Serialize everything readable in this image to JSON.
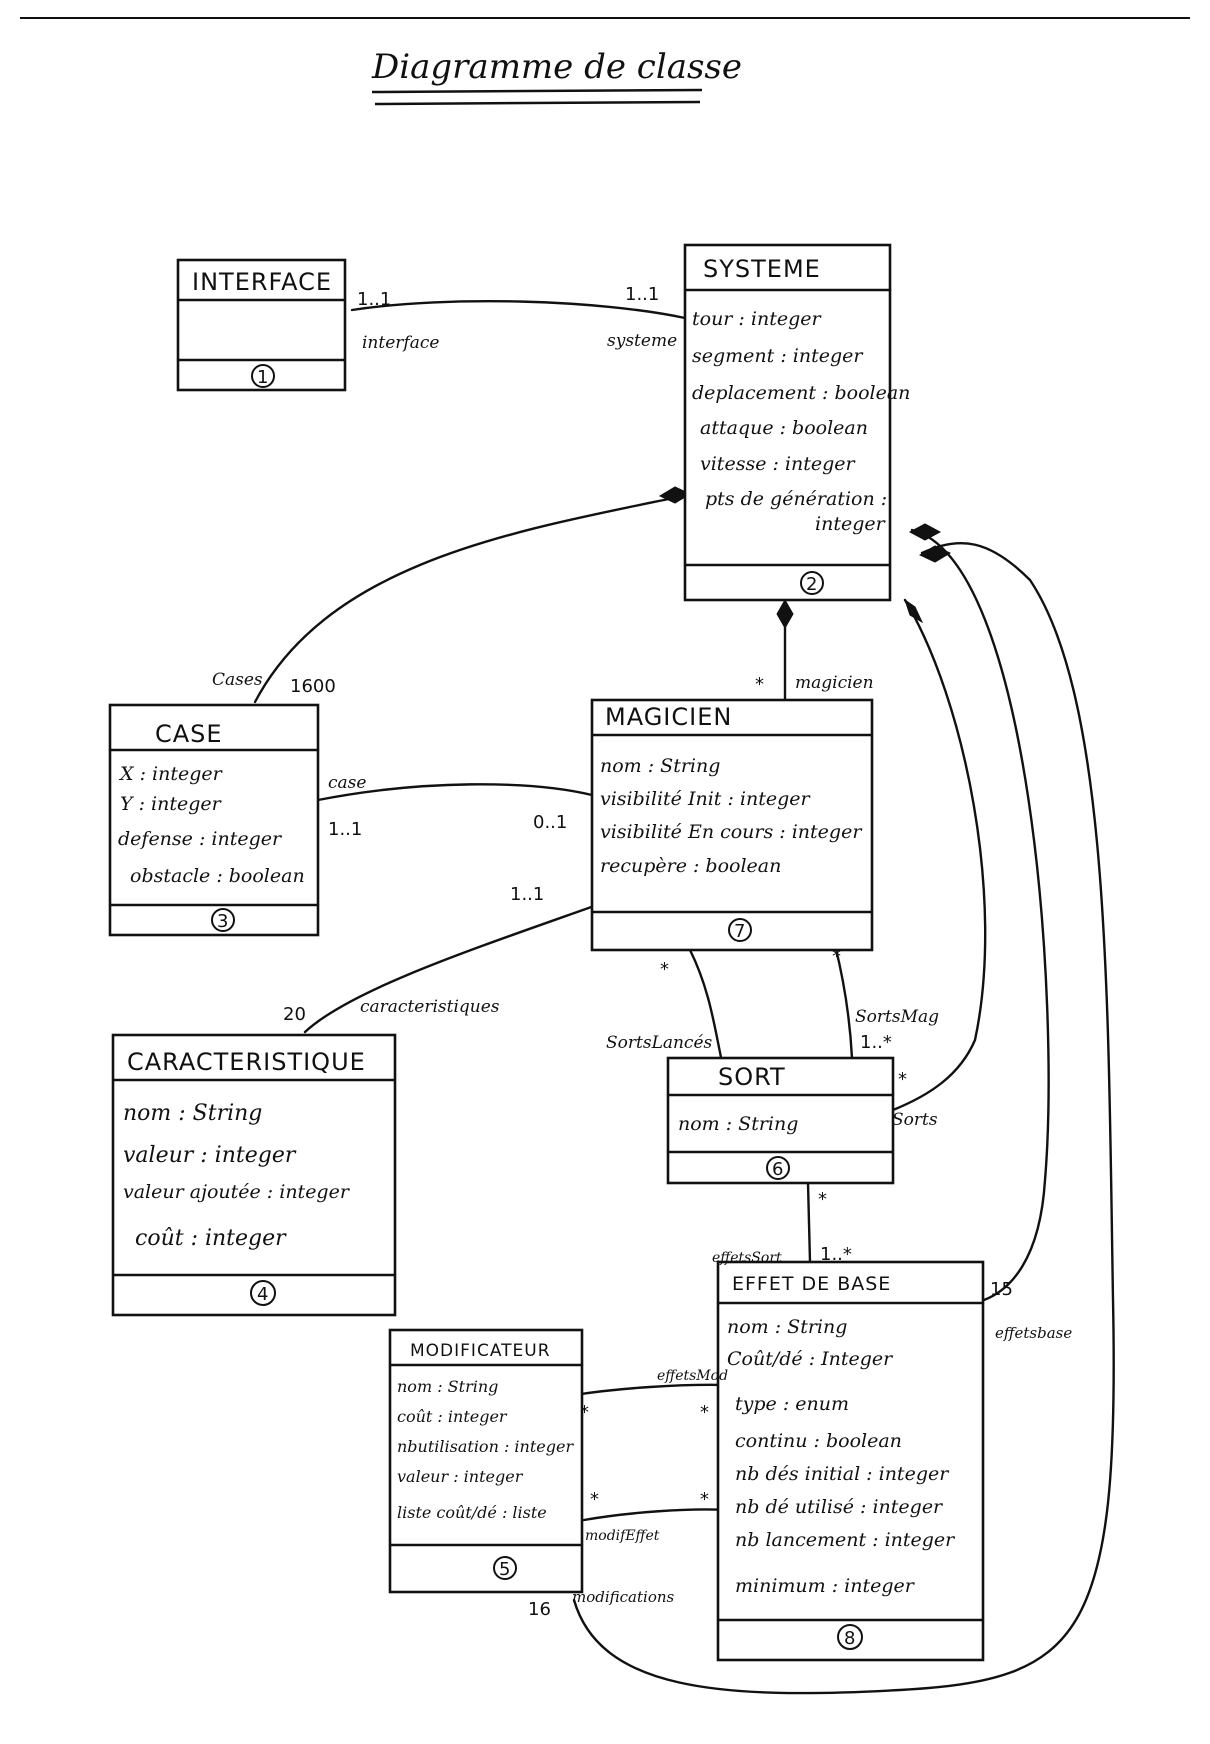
{
  "title": "Diagramme de classe",
  "classes": {
    "interface": {
      "name": "INTERFACE",
      "num": "1",
      "attrs": []
    },
    "systeme": {
      "name": "SYSTEME",
      "num": "2",
      "attrs": [
        "tour : integer",
        "segment : integer",
        "deplacement : boolean",
        "attaque : boolean",
        "vitesse : integer",
        "pts de génération :",
        "integer"
      ]
    },
    "case": {
      "name": "CASE",
      "num": "3",
      "attrs": [
        "X : integer",
        "Y : integer",
        "defense : integer",
        "obstacle : boolean"
      ]
    },
    "caracteristique": {
      "name": "CARACTERISTIQUE",
      "num": "4",
      "attrs": [
        "nom : String",
        "valeur : integer",
        "valeur ajoutée : integer",
        "coût : integer"
      ]
    },
    "modificateur": {
      "name": "MODIFICATEUR",
      "num": "5",
      "attrs": [
        "nom : String",
        "coût : integer",
        "nbutilisation : integer",
        "valeur : integer",
        "liste coût/dé : liste"
      ]
    },
    "sort": {
      "name": "SORT",
      "num": "6",
      "attrs": [
        "nom : String"
      ]
    },
    "magicien": {
      "name": "MAGICIEN",
      "num": "7",
      "attrs": [
        "nom : String",
        "visibilité Init : integer",
        "visibilité En cours : integer",
        "recupère : boolean"
      ]
    },
    "effet": {
      "name": "EFFET DE BASE",
      "num": "8",
      "attrs": [
        "nom : String",
        "Coût/dé : Integer",
        "type : enum",
        "continu : boolean",
        "nb dés initial : integer",
        "nb dé utilisé : integer",
        "nb lancement : integer",
        "minimum : integer"
      ]
    }
  },
  "associations": {
    "interface_systeme": {
      "mult_a": "1..1",
      "role_a": "interface",
      "mult_b": "1..1",
      "role_b": "systeme"
    },
    "systeme_case": {
      "role": "Cases",
      "mult": "1600"
    },
    "systeme_magicien": {
      "mult": "*",
      "role": "magicien"
    },
    "case_magicien": {
      "role_a": "case",
      "mult_a": "1..1",
      "mult_b": "0..1"
    },
    "magicien_caracteristique": {
      "mult_a": "1..1",
      "mult_b": "20",
      "role_b": "caracteristiques"
    },
    "magicien_sort_1": {
      "mult": "*",
      "role": "SortsLancés"
    },
    "magicien_sort_2": {
      "mult": "*",
      "role": "SortsMag",
      "mult_b": "1..*"
    },
    "systeme_sort": {
      "mult": "*",
      "role": "Sorts"
    },
    "sort_effet": {
      "mult_a": "*",
      "role": "effetsSort",
      "mult_b": "1..*"
    },
    "systeme_effet": {
      "mult": "15",
      "role": "effetsbase"
    },
    "modif_effet_1": {
      "role": "effetsMod",
      "mult_a": "*",
      "mult_b": "*"
    },
    "modif_effet_2": {
      "role": "modifEffet",
      "mult_a": "*",
      "mult_b": "*"
    },
    "modif_systeme": {
      "mult": "16",
      "role": "modifications"
    }
  }
}
